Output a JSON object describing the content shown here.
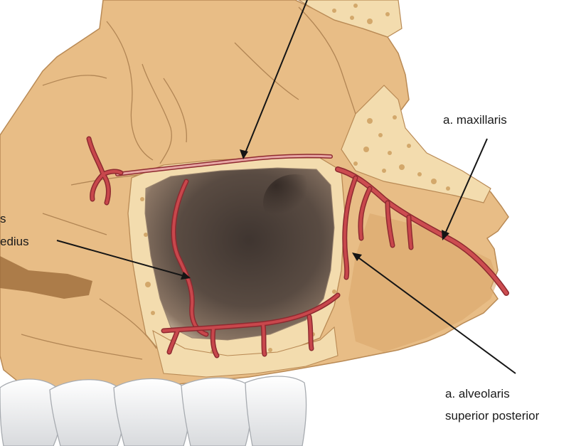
{
  "labels": {
    "maxillaris": "a. maxillaris",
    "infraorbital_line1": "s",
    "infraorbital_line2": "edius",
    "alveolaris_line1": "a. alveolaris",
    "alveolaris_line2": "superior posterior"
  },
  "colors": {
    "bone": "#e8bd86",
    "bone_dark": "#c9955a",
    "cancellous": "#f3dcae",
    "sinus": "#554840",
    "artery": "#c8474c",
    "artery_outline": "#8e2a30",
    "teeth": "#eef0f2",
    "leader": "#151515"
  }
}
